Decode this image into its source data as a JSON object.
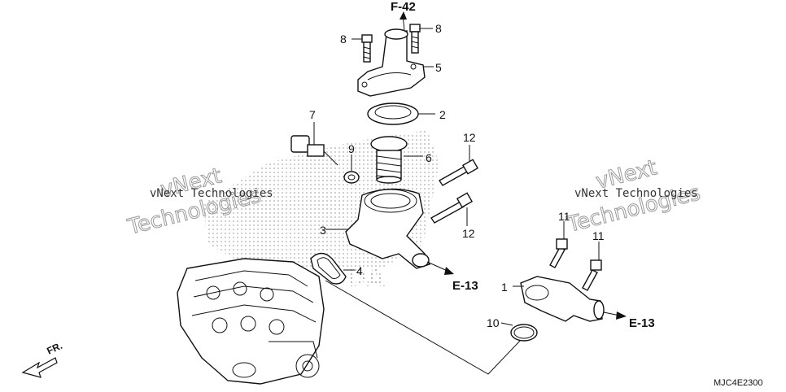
{
  "refs": {
    "top": "F-42",
    "right1": "E-13",
    "right2": "E-13"
  },
  "callouts": {
    "c1": "1",
    "c2": "2",
    "c3": "3",
    "c4": "4",
    "c5": "5",
    "c6": "6",
    "c7": "7",
    "c8a": "8",
    "c8b": "8",
    "c9": "9",
    "c10": "10",
    "c11a": "11",
    "c11b": "11",
    "c12a": "12",
    "c12b": "12"
  },
  "watermark": {
    "small": "vNext Technologies",
    "big1": "vNext",
    "big2": "Technologies"
  },
  "direction_label": "FR.",
  "diagram_code": "MJC4E2300"
}
